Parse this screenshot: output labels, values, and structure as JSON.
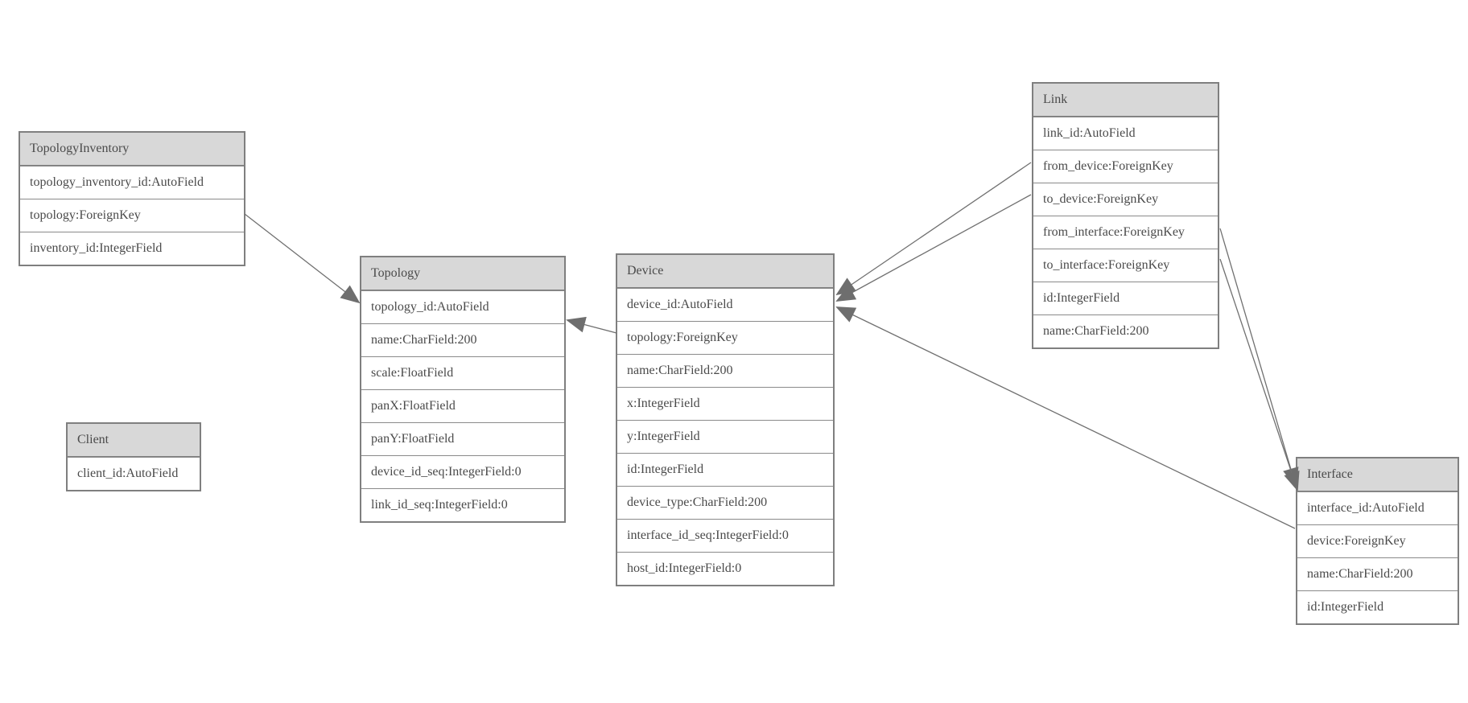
{
  "diagram": {
    "type": "entity-relationship-model",
    "background": "#ffffff",
    "colors": {
      "header_fill": "#d8d8d8",
      "row_fill": "#ffffff",
      "border": "#7f7f7f",
      "text": "#4a4a4a",
      "connector_line": "#707070",
      "arrowhead_fill": "#6e6e6e"
    },
    "entities": {
      "topology_inventory": {
        "title": "TopologyInventory",
        "fields": [
          "topology_inventory_id:AutoField",
          "topology:ForeignKey",
          "inventory_id:IntegerField"
        ]
      },
      "client": {
        "title": "Client",
        "fields": [
          "client_id:AutoField"
        ]
      },
      "topology": {
        "title": "Topology",
        "fields": [
          "topology_id:AutoField",
          "name:CharField:200",
          "scale:FloatField",
          "panX:FloatField",
          "panY:FloatField",
          "device_id_seq:IntegerField:0",
          "link_id_seq:IntegerField:0"
        ]
      },
      "device": {
        "title": "Device",
        "fields": [
          "device_id:AutoField",
          "topology:ForeignKey",
          "name:CharField:200",
          "x:IntegerField",
          "y:IntegerField",
          "id:IntegerField",
          "device_type:CharField:200",
          "interface_id_seq:IntegerField:0",
          "host_id:IntegerField:0"
        ]
      },
      "link": {
        "title": "Link",
        "fields": [
          "link_id:AutoField",
          "from_device:ForeignKey",
          "to_device:ForeignKey",
          "from_interface:ForeignKey",
          "to_interface:ForeignKey",
          "id:IntegerField",
          "name:CharField:200"
        ]
      },
      "interface": {
        "title": "Interface",
        "fields": [
          "interface_id:AutoField",
          "device:ForeignKey",
          "name:CharField:200",
          "id:IntegerField"
        ]
      }
    },
    "relationships": [
      {
        "from": "TopologyInventory.topology",
        "to": "Topology"
      },
      {
        "from": "Device.topology",
        "to": "Topology"
      },
      {
        "from": "Link.from_device",
        "to": "Device"
      },
      {
        "from": "Link.to_device",
        "to": "Device"
      },
      {
        "from": "Link.from_interface",
        "to": "Interface"
      },
      {
        "from": "Link.to_interface",
        "to": "Interface"
      },
      {
        "from": "Interface.device",
        "to": "Device"
      }
    ]
  }
}
